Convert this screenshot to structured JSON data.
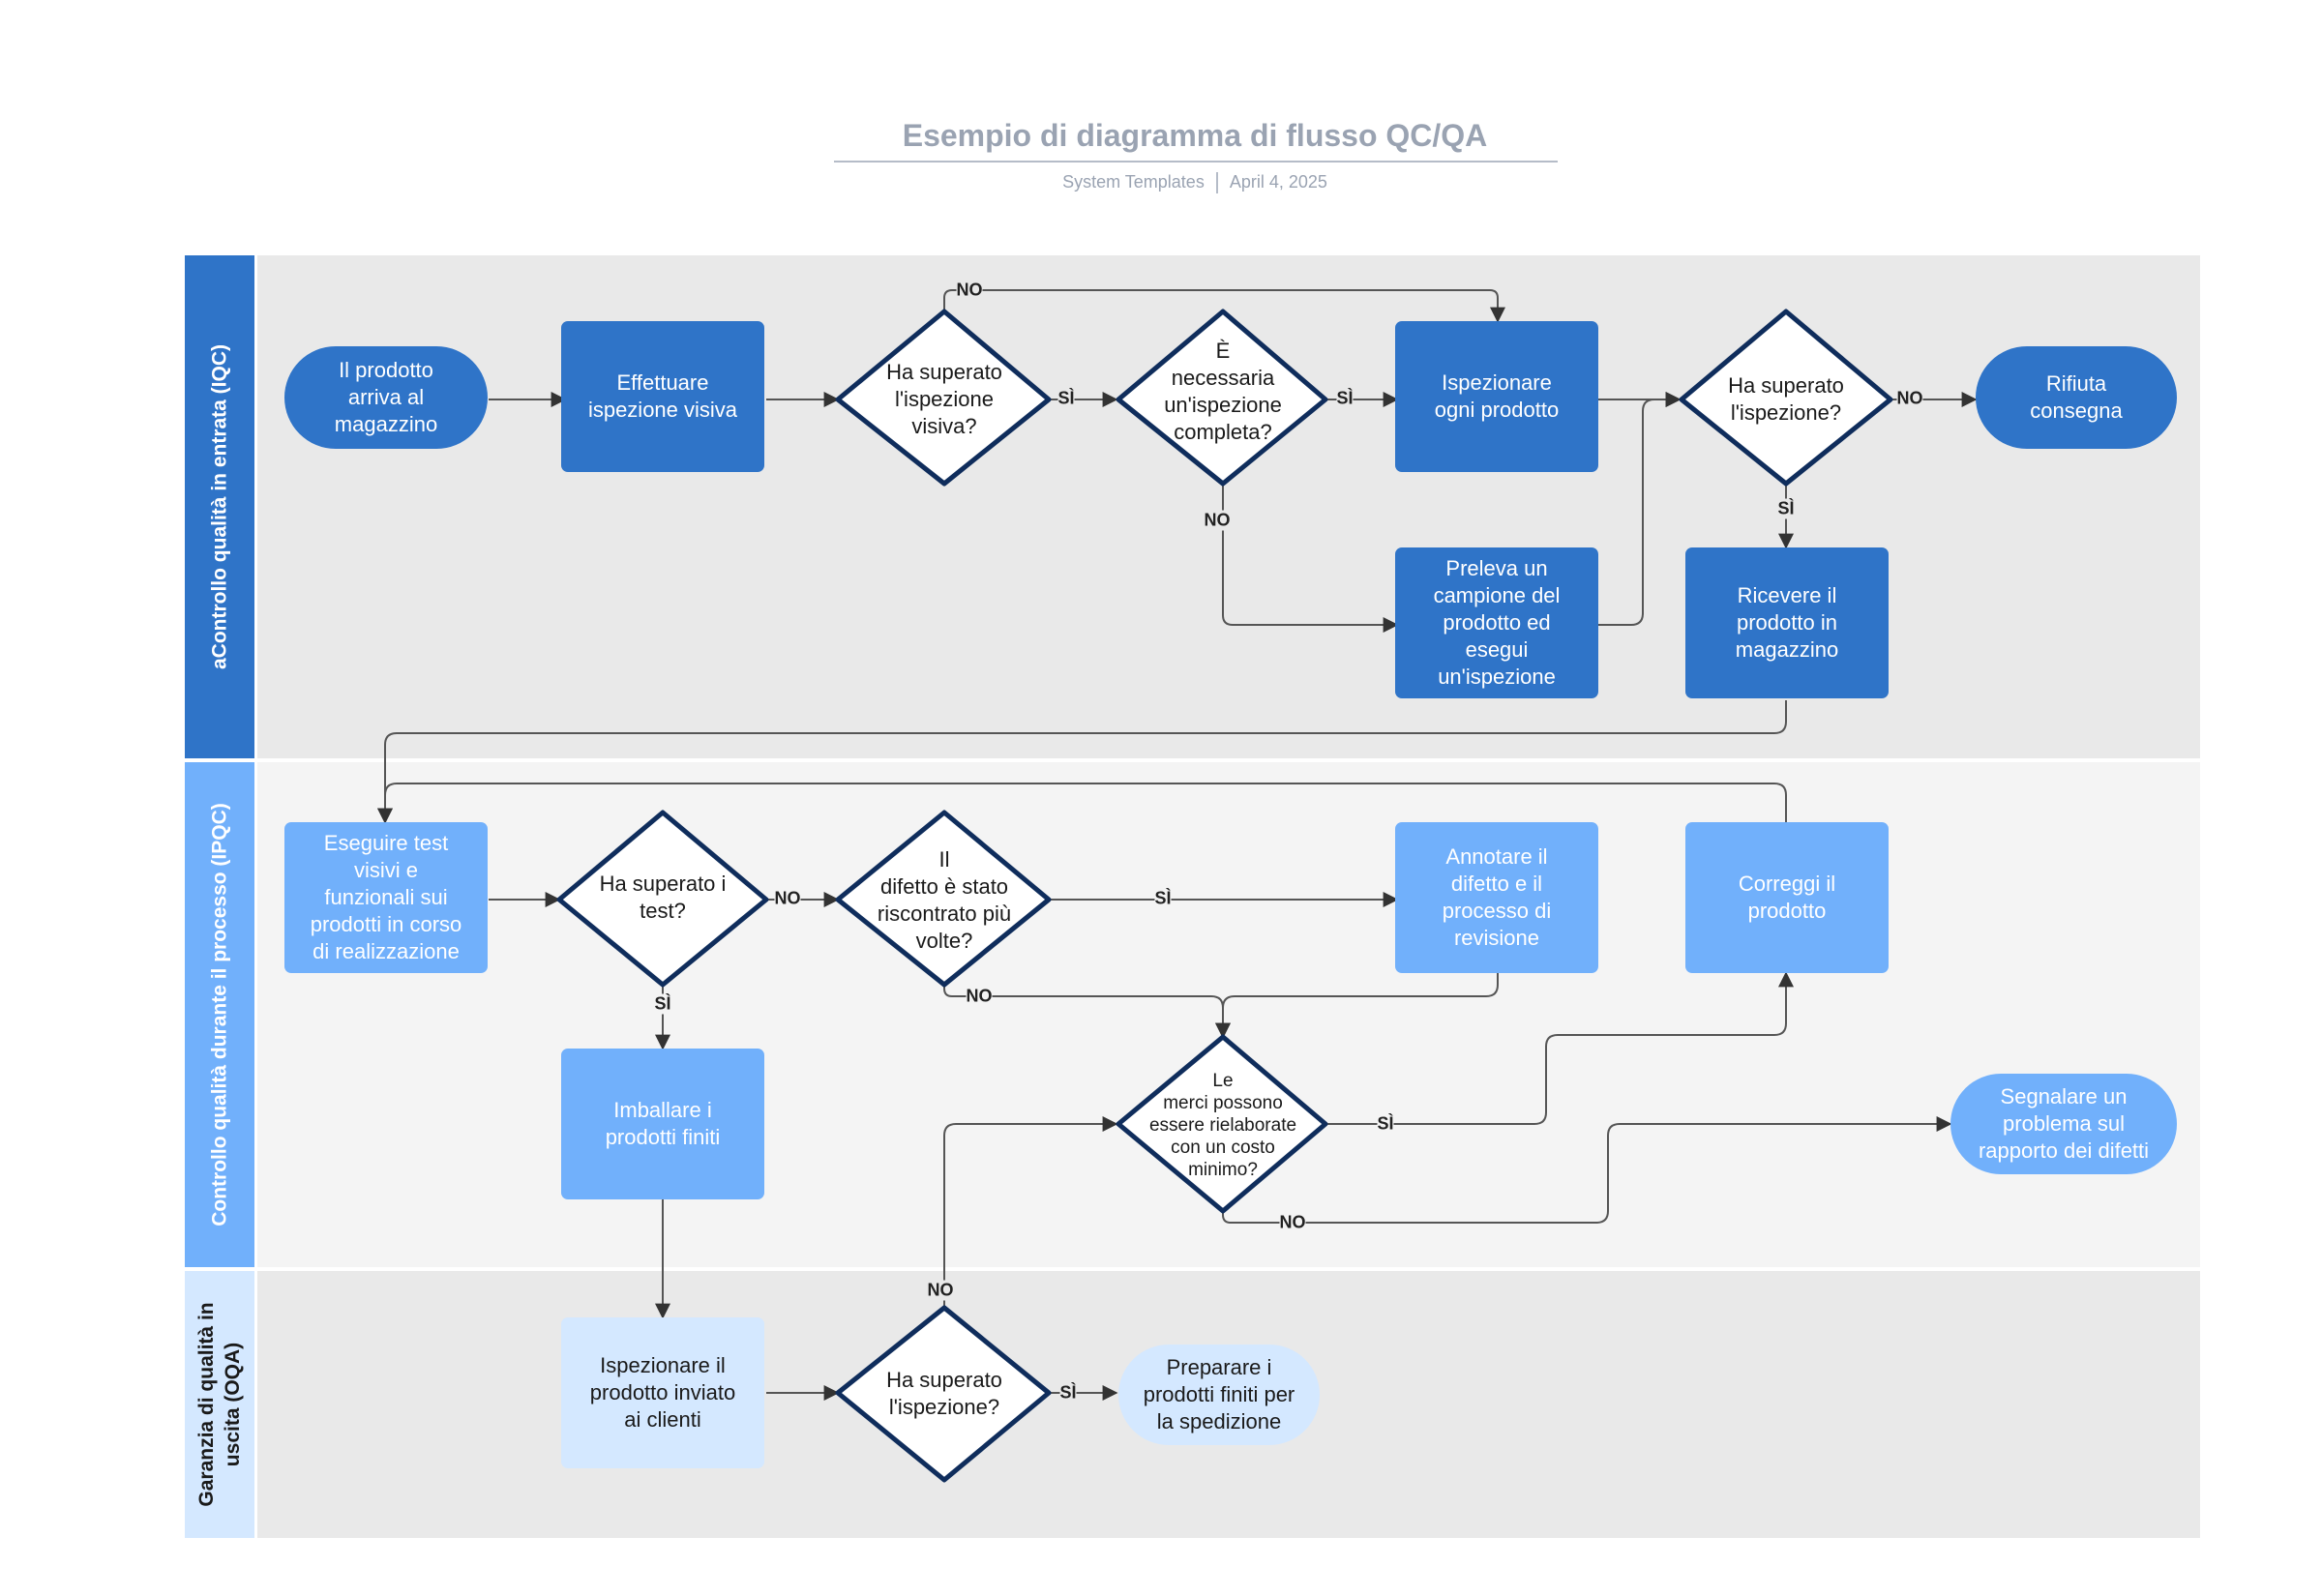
{
  "header": {
    "title": "Esempio di diagramma di flusso QC/QA",
    "source": "System Templates",
    "date": "April 4, 2025"
  },
  "lanes": [
    {
      "label": "aControllo qualità in entrata (IQC)"
    },
    {
      "label": "Controllo qualità durante il processo (IPQC)"
    },
    {
      "label": "Garanzia di qualità in\nuscita (OQA)"
    }
  ],
  "nodes": {
    "arrive": "Il prodotto\narriva al\nmagazzino",
    "visual_inspection": "Effettuare\nispezione visiva",
    "passed_visual": "Ha superato\nl'ispezione\nvisiva?",
    "need_full": "È\nnecessaria\nun'ispezione\ncompleta?",
    "inspect_each": "Ispezionare\nogni prodotto",
    "sample": "Preleva un\ncampione del\nprodotto ed\nesegui\nun'ispezione",
    "passed_inspection_1": "Ha superato\nl'ispezione?",
    "reject": "Rifiuta\nconsegna",
    "receive": "Ricevere il\nprodotto in\nmagazzino",
    "run_tests": "Eseguire test\nvisivi e\nfunzionali sui\nprodotti in corso\ndi realizzazione",
    "passed_tests": "Ha superato i\ntest?",
    "defect_repeated": "Il\ndifetto è stato\nriscontrato più\nvolte?",
    "note_defect": "Annotare il\ndifetto e il\nprocesso di\nrevisione",
    "fix": "Correggi il\nprodotto",
    "pack": "Imballare i\nprodotti finiti",
    "rework": "Le\nmerci possono\nessere rielaborate\ncon un costo\nminimo?",
    "report": "Segnalare un\nproblema sul\nrapporto dei difetti",
    "inspect_shipped": "Ispezionare il\nprodotto inviato\nai clienti",
    "passed_inspection_2": "Ha superato\nl'ispezione?",
    "prepare": "Preparare i\nprodotti finiti per\nla spedizione"
  },
  "edge_labels": {
    "yes": "SÌ",
    "no": "NO"
  },
  "colors": {
    "dark_blue": "#2f74c8",
    "mid_blue": "#71b0fb",
    "light_blue": "#d4e8ff",
    "diamond_stroke": "#0f2d5c"
  }
}
